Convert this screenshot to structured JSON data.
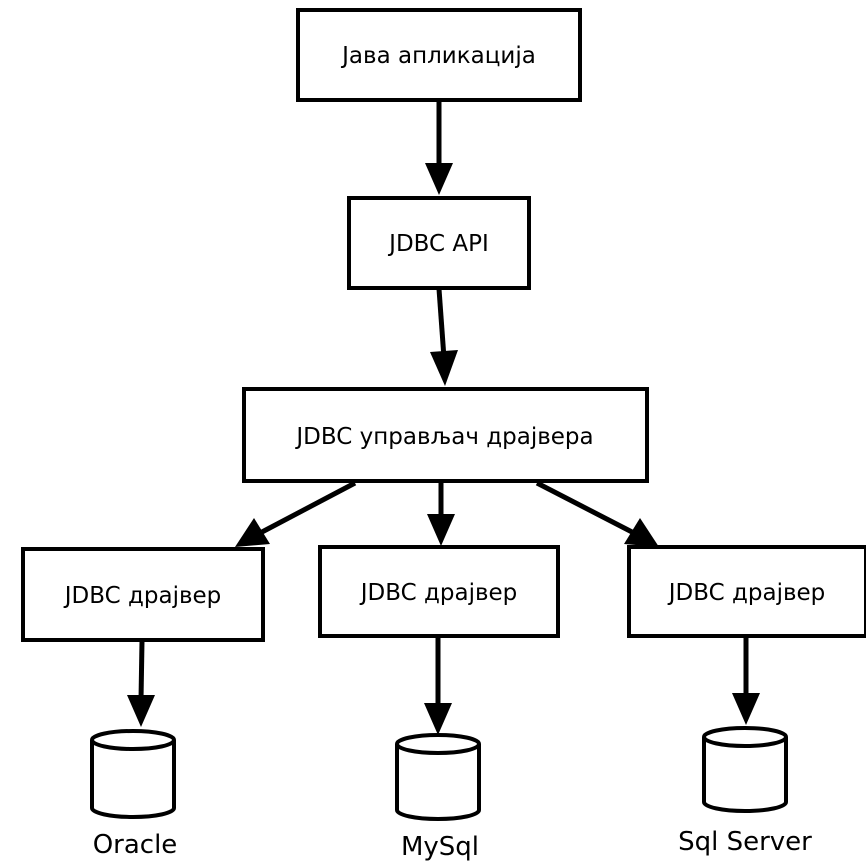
{
  "nodes": {
    "app": "Јава апликација",
    "api": "JDBC API",
    "manager": "JDBC управљач драјвера",
    "driver_oracle": "JDBC драјвер",
    "driver_mysql": "JDBC драјвер",
    "driver_sqlserver": "JDBC драјвер"
  },
  "databases": {
    "oracle": "Oracle",
    "mysql": "MySql",
    "sqlserver": "Sql Server"
  }
}
